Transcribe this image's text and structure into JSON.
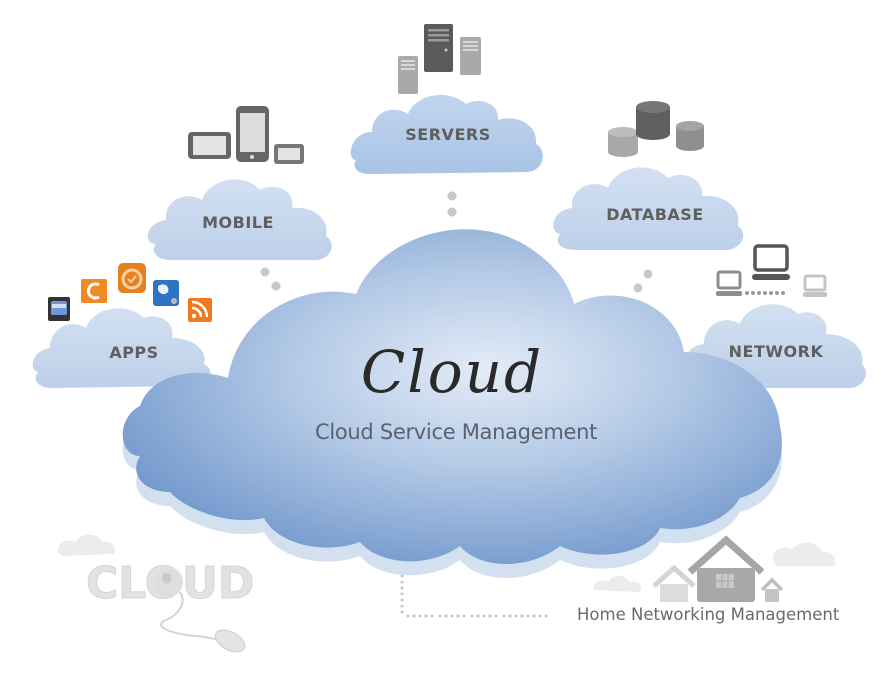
{
  "main": {
    "title": "Cloud",
    "subtitle": "Cloud Service Management"
  },
  "satellites": [
    {
      "id": "servers",
      "label": "SERVERS",
      "icon": "server-icon"
    },
    {
      "id": "mobile",
      "label": "MOBILE",
      "icon": "mobile-devices-icon"
    },
    {
      "id": "database",
      "label": "DATABASE",
      "icon": "database-icon"
    },
    {
      "id": "apps",
      "label": "APPS",
      "icon": "app-icons"
    },
    {
      "id": "network",
      "label": "NETWORK",
      "icon": "network-computers-icon"
    }
  ],
  "footer": {
    "logo_text": "CLOUD",
    "home_label": "Home Networking Management"
  },
  "colors": {
    "cloud_main_dark": "#6f97cc",
    "cloud_main_light": "#dbe6f3",
    "cloud_small": "#c5d6ec",
    "cloud_edge": "#d6e2f0",
    "label_text": "#5f5f5f",
    "icon_gray_dark": "#5c5c5c",
    "icon_gray_light": "#a9a9a9",
    "accent_orange": "#f08a24",
    "accent_blue": "#2f74c4"
  }
}
